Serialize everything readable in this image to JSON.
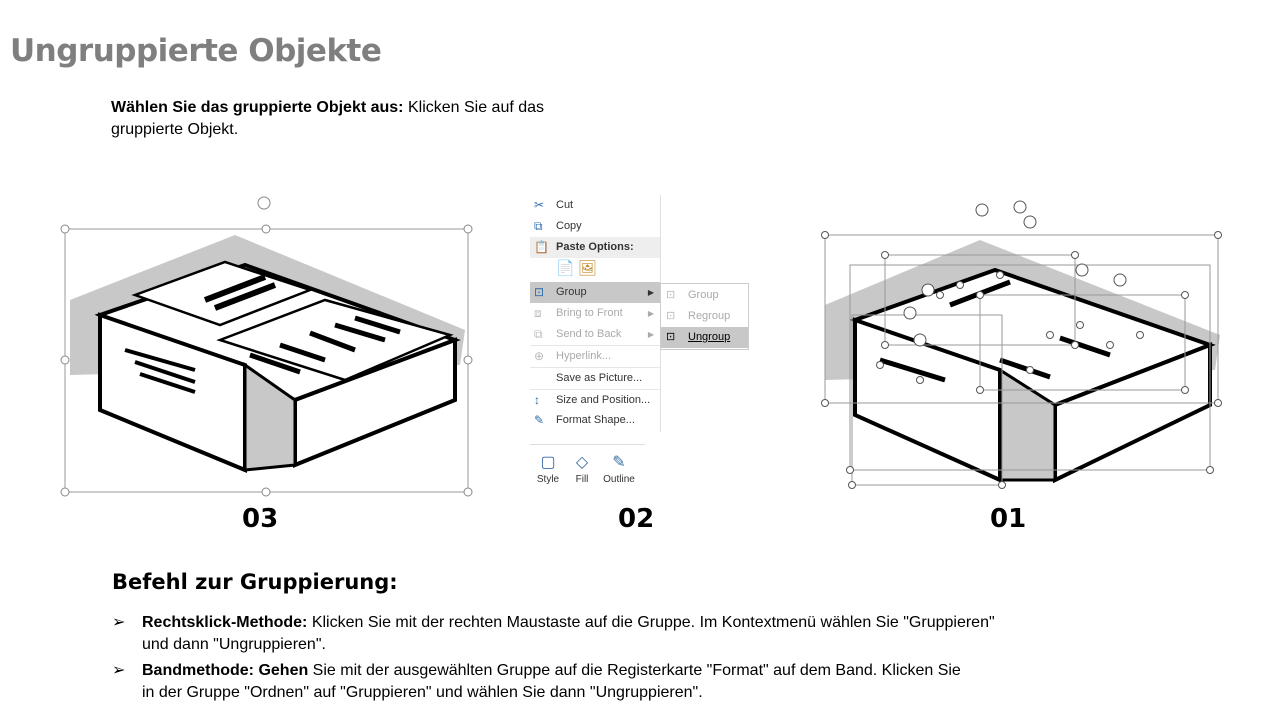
{
  "title": "Ungruppierte Objekte",
  "intro": {
    "bold": "Wählen Sie das gruppierte Objekt aus:",
    "text": " Klicken Sie auf das gruppierte Objekt."
  },
  "figures": {
    "label_left": "03",
    "label_middle": "02",
    "label_right": "01"
  },
  "context_menu": {
    "items": [
      {
        "label": "Cut",
        "icon": "scissors-icon"
      },
      {
        "label": "Copy",
        "icon": "copy-icon"
      },
      {
        "label": "Paste Options:",
        "icon": "paste-icon"
      },
      {
        "label": "Group",
        "icon": "group-icon"
      },
      {
        "label": "Bring to Front",
        "icon": "bring-front-icon"
      },
      {
        "label": "Send to Back",
        "icon": "send-back-icon"
      },
      {
        "label": "Hyperlink...",
        "icon": "link-icon"
      },
      {
        "label": "Save as Picture...",
        "icon": ""
      },
      {
        "label": "Size and Position...",
        "icon": "size-icon"
      },
      {
        "label": "Format Shape...",
        "icon": "format-icon"
      }
    ],
    "submenu": [
      {
        "label": "Group"
      },
      {
        "label": "Regroup"
      },
      {
        "label": "Ungroup"
      }
    ],
    "ribbon": [
      {
        "label": "Style"
      },
      {
        "label": "Fill"
      },
      {
        "label": "Outline"
      }
    ]
  },
  "command": {
    "heading": "Befehl zur Gruppierung:",
    "bullets": [
      {
        "bold": "Rechtsklick-Methode:",
        "text": " Klicken Sie mit der rechten Maustaste auf die Gruppe. Im Kontextmenü wählen Sie \"Gruppieren\" und dann \"Ungruppieren\"."
      },
      {
        "bold": "Bandmethode: Gehen",
        "text": " Sie mit der ausgewählten Gruppe auf die Registerkarte \"Format\" auf dem Band. Klicken Sie in der Gruppe \"Ordnen\" auf \"Gruppieren\" und wählen Sie dann \"Ungruppieren\"."
      }
    ]
  }
}
